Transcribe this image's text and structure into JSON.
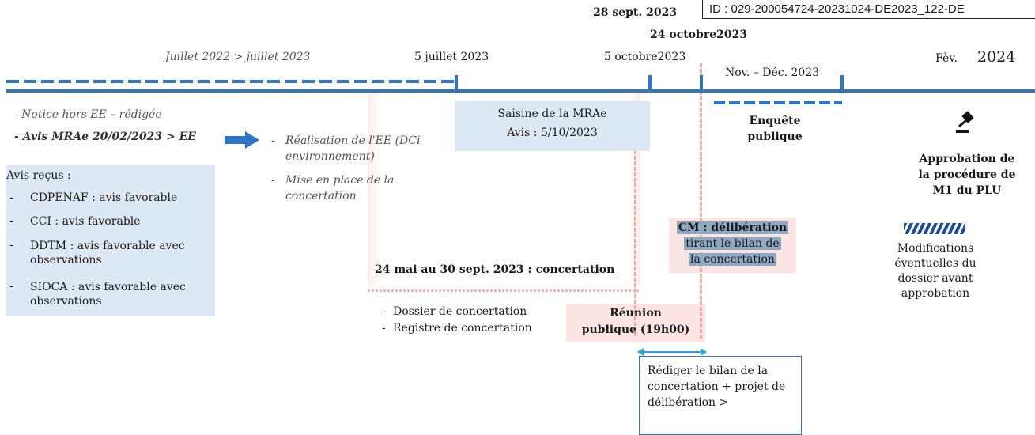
{
  "stamp": "ID : 029-200054724-20231024-DE2023_122-DE",
  "timeline": {
    "period_label": "Juillet 2022 > juillet 2023",
    "date_5_july": "5 juillet 2023",
    "date_5_oct": "5 octobre2023",
    "date_28_sept": "28 sept. 2023",
    "date_24_oct": "24 octobre2023",
    "nov_dec": "Nov. – Déc. 2023",
    "fev_label": "Fèv.",
    "year_2024": "2024"
  },
  "early": {
    "line1": "- Notice hors EE – rédigée",
    "line2": "- Avis MRAe 20/02/2023 > EE"
  },
  "received": {
    "title": "Avis reçus :",
    "items": [
      {
        "dash": "-",
        "text": "CDPENAF : avis favorable"
      },
      {
        "dash": "-",
        "text": "CCI : avis favorable"
      },
      {
        "dash": "-",
        "text": "DDTM : avis favorable avec observations"
      },
      {
        "dash": "-",
        "text": "SIOCA : avis favorable avec observations"
      }
    ]
  },
  "realisation": {
    "item1": "Réalisation de l'EE (DCi environnement)",
    "item1_bold": "Réalisation de l'EE",
    "item1_rest": " (DCi environnement)",
    "item2": "Mise en place de la concertation",
    "dash": "-"
  },
  "mrae": {
    "title": "Saisine de la MRAe",
    "avis": "Avis : 5/10/2023"
  },
  "concertation": {
    "label": "24 mai au 30 sept. 2023 : concertation",
    "doc1": "Dossier de concertation",
    "doc2": "Registre de concertation",
    "dash": "-"
  },
  "meeting": {
    "line1": "Réunion",
    "line2": "publique (19h00)"
  },
  "enquete": {
    "line1": "Enquête",
    "line2": "publique"
  },
  "cm": {
    "line1": "CM : délibération",
    "line2": "tirant le bilan de",
    "line3": "la concertation"
  },
  "draft": {
    "text": "Rédiger le bilan de la concertation + projet de délibération >"
  },
  "approval": {
    "line1": "Approbation de",
    "line2": "la procédure de",
    "line3": "M1 du PLU"
  },
  "modifications": {
    "line1": "Modifications",
    "line2": "éventuelles du",
    "line3": "dossier avant",
    "line4": "approbation"
  },
  "icons": {
    "gavel": "gavel-icon",
    "arrow": "arrow-right-icon"
  },
  "colors": {
    "timeline_blue": "#2f76c5",
    "panel_blue": "#dce8f4",
    "pink": "#fde8e6",
    "highlight": "#8fa9c2"
  }
}
